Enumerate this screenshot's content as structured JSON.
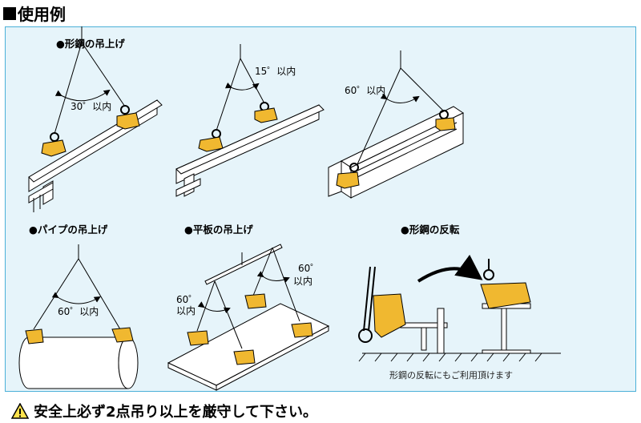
{
  "title": "使用例",
  "sections": {
    "shape_steel": "●形鋼の吊上げ",
    "pipe": "●パイプの吊上げ",
    "plate": "●平板の吊上げ",
    "reverse": "●形鋼の反転"
  },
  "angles": {
    "a1": "30゜以内",
    "a2": "15゜以内",
    "a3": "60゜以内",
    "a4": "60゜以内",
    "a5_val": "60゜",
    "a5_unit": "以内",
    "a6_val": "60゜",
    "a6_unit": "以内"
  },
  "reverse_note": "形鋼の反転にもご利用頂けます",
  "warning": "安全上必ず2点吊り以上を厳守して下さい。",
  "colors": {
    "clamp": "#f0b830",
    "panel_bg": "#e6f4fa",
    "panel_border": "#4bb0d8",
    "steel": "#ffffff"
  }
}
